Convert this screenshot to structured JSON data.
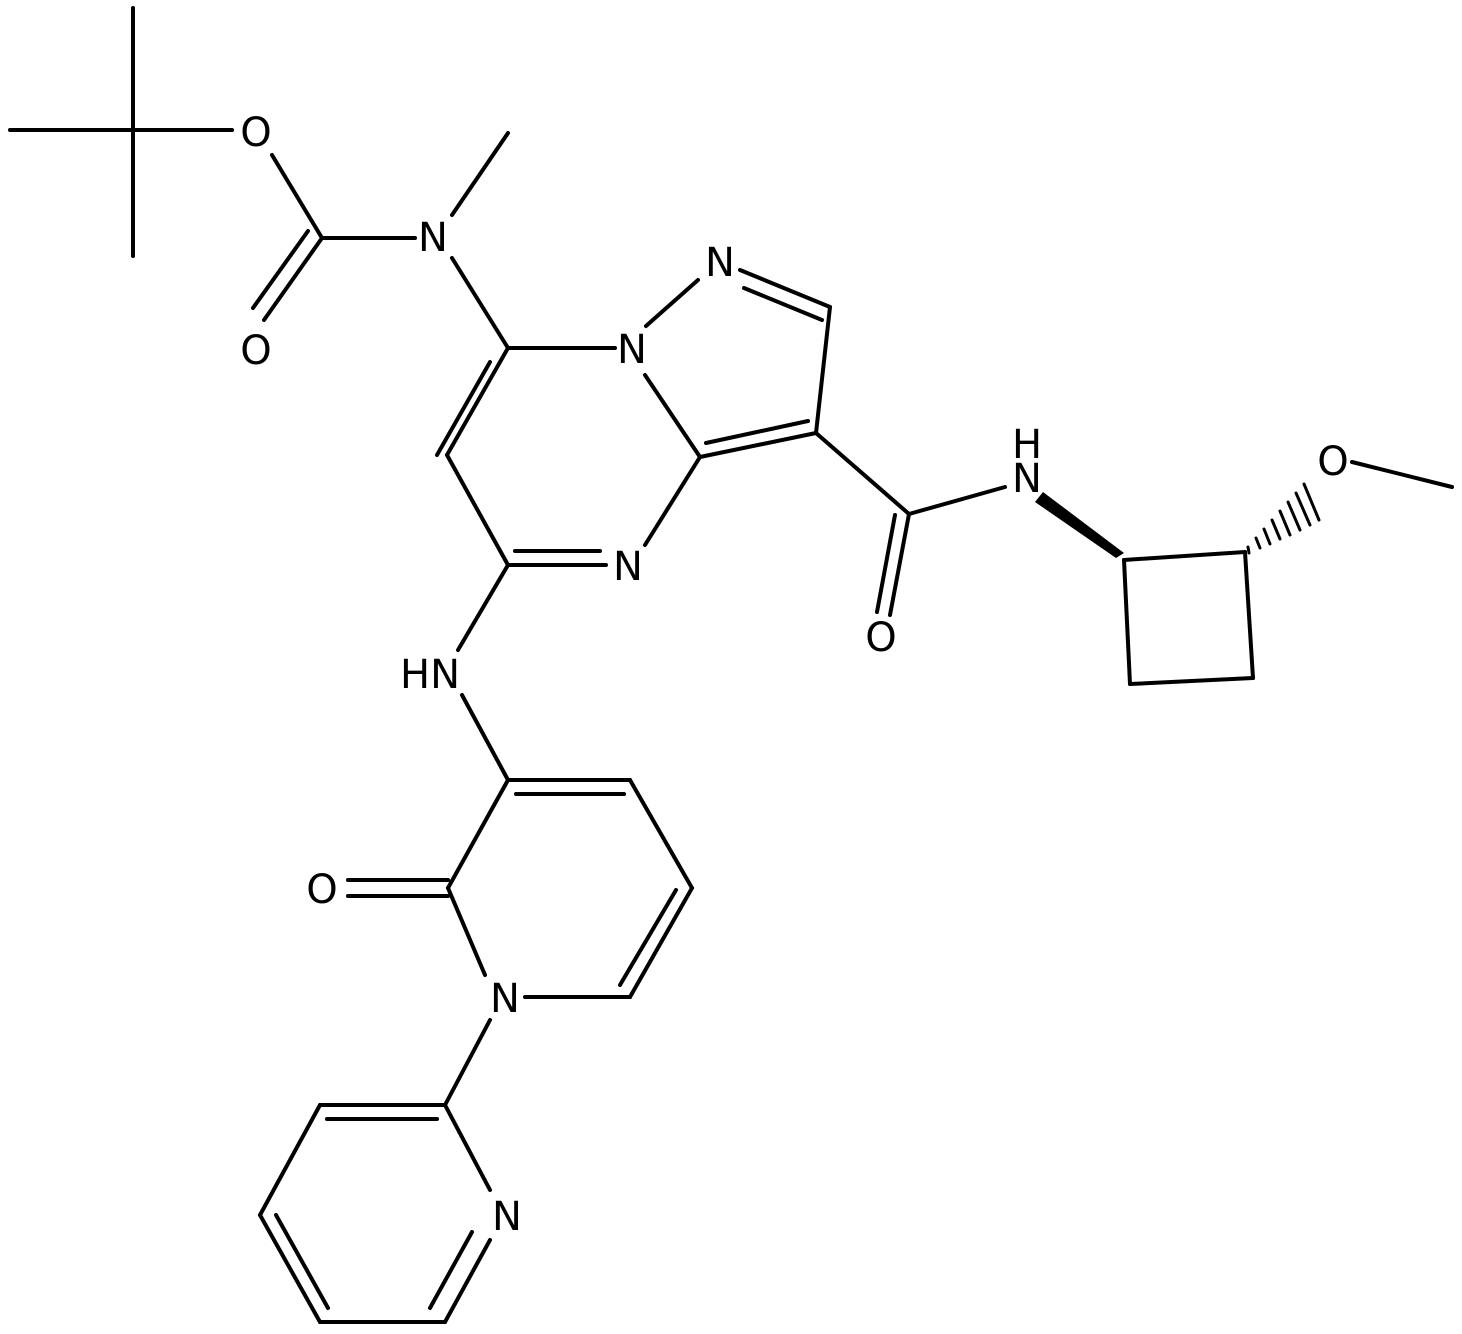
{
  "atom_labels": {
    "o_ether_boc": "O",
    "o_carbonyl_boc": "O",
    "n_carbamate": "N",
    "n_pyrazole_2": "N",
    "n_bridgehead": "N",
    "n_amide": "N",
    "h_amide": "H",
    "o_methoxy": "O",
    "o_amide": "O",
    "n_pyrimidine": "N",
    "nh_amine": "HN",
    "o_pyridinone": "O",
    "n_pyridinone": "N",
    "n_pyridine": "N"
  }
}
